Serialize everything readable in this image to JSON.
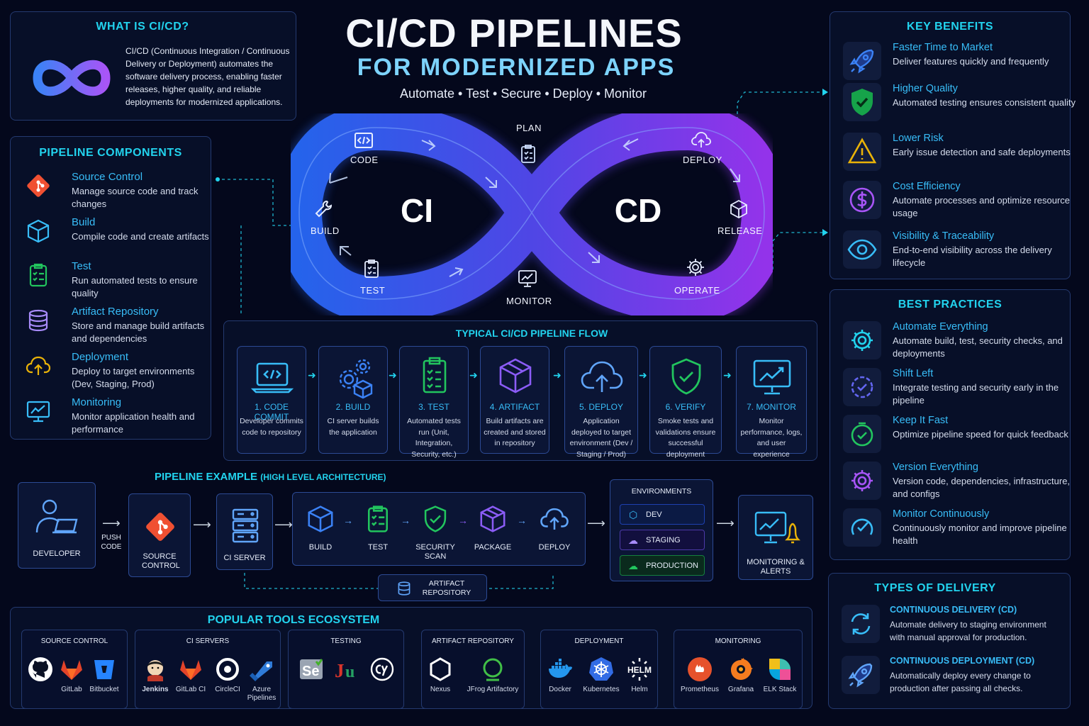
{
  "header": {
    "title": "CI/CD PIPELINES",
    "subtitle": "FOR MODERNIZED APPS",
    "tagline": "Automate • Test • Secure • Deploy • Monitor"
  },
  "what_is": {
    "title": "WHAT IS CI/CD?",
    "text": "CI/CD (Continuous Integration / Continuous Delivery or Deployment) automates the software delivery process, enabling faster releases, higher quality, and reliable deployments for modernized applications."
  },
  "components": {
    "title": "PIPELINE COMPONENTS",
    "items": [
      {
        "title": "Source Control",
        "desc": "Manage source code and track changes",
        "icon": "git-icon"
      },
      {
        "title": "Build",
        "desc": "Compile code and create artifacts",
        "icon": "cube-icon"
      },
      {
        "title": "Test",
        "desc": "Run automated tests to ensure quality",
        "icon": "checklist-icon"
      },
      {
        "title": "Artifact Repository",
        "desc": "Store and manage build artifacts and dependencies",
        "icon": "database-icon"
      },
      {
        "title": "Deployment",
        "desc": "Deploy to target environments (Dev, Staging, Prod)",
        "icon": "cloud-upload-icon"
      },
      {
        "title": "Monitoring",
        "desc": "Monitor application health and performance",
        "icon": "monitor-chart-icon"
      }
    ]
  },
  "loop": {
    "ci": "CI",
    "cd": "CD",
    "plan": "PLAN",
    "code": "CODE",
    "build": "BUILD",
    "test": "TEST",
    "monitor": "MONITOR",
    "deploy": "DEPLOY",
    "release": "RELEASE",
    "operate": "OPERATE"
  },
  "benefits": {
    "title": "KEY BENEFITS",
    "items": [
      {
        "title": "Faster Time to Market",
        "desc": "Deliver features quickly and frequently",
        "icon": "rocket-icon",
        "color": "#3b82f6"
      },
      {
        "title": "Higher Quality",
        "desc": "Automated testing ensures consistent quality",
        "icon": "shield-check-icon",
        "color": "#22c55e"
      },
      {
        "title": "Lower Risk",
        "desc": "Early issue detection and safe deployments",
        "icon": "warning-icon",
        "color": "#eab308"
      },
      {
        "title": "Cost Efficiency",
        "desc": "Automate processes and optimize resource usage",
        "icon": "dollar-icon",
        "color": "#a855f7"
      },
      {
        "title": "Visibility & Traceability",
        "desc": "End-to-end visibility across the delivery lifecycle",
        "icon": "eye-icon",
        "color": "#38bdf8"
      }
    ]
  },
  "practices": {
    "title": "BEST PRACTICES",
    "items": [
      {
        "title": "Automate Everything",
        "desc": "Automate build, test, security checks, and deployments",
        "icon": "gear-icon",
        "color": "#22d3ee"
      },
      {
        "title": "Shift Left",
        "desc": "Integrate testing and security early in the pipeline",
        "icon": "badge-check-icon",
        "color": "#6366f1"
      },
      {
        "title": "Keep It Fast",
        "desc": "Optimize pipeline speed for quick feedback",
        "icon": "timer-icon",
        "color": "#22c55e"
      },
      {
        "title": "Version Everything",
        "desc": "Version code, dependencies, infrastructure, and configs",
        "icon": "gear-icon",
        "color": "#a855f7"
      },
      {
        "title": "Monitor Continuously",
        "desc": "Continuously monitor and improve pipeline health",
        "icon": "gauge-check-icon",
        "color": "#38bdf8"
      }
    ]
  },
  "flow": {
    "title": "TYPICAL CI/CD PIPELINE FLOW",
    "steps": [
      {
        "title": "1. CODE COMMIT",
        "desc": "Developer commits code to repository",
        "icon": "laptop-code-icon",
        "color": "#38bdf8"
      },
      {
        "title": "2. BUILD",
        "desc": "CI server builds the application",
        "icon": "gears-cube-icon",
        "color": "#3b82f6"
      },
      {
        "title": "3. TEST",
        "desc": "Automated tests run (Unit, Integration, Security, etc.)",
        "icon": "checklist-icon",
        "color": "#22c55e"
      },
      {
        "title": "4. ARTIFACT",
        "desc": "Build artifacts are created and stored in repository",
        "icon": "package-icon",
        "color": "#8b5cf6"
      },
      {
        "title": "5. DEPLOY",
        "desc": "Application deployed to target environment (Dev / Staging / Prod)",
        "icon": "cloud-upload-icon",
        "color": "#60a5fa"
      },
      {
        "title": "6. VERIFY",
        "desc": "Smoke tests and validations ensure successful deployment",
        "icon": "shield-check-icon",
        "color": "#22c55e"
      },
      {
        "title": "7. MONITOR",
        "desc": "Monitor performance, logs, and user experience",
        "icon": "monitor-chart-icon",
        "color": "#38bdf8"
      }
    ]
  },
  "example": {
    "title": "PIPELINE EXAMPLE",
    "title_suffix": "(HIGH LEVEL ARCHITECTURE)",
    "developer": "DEVELOPER",
    "push_code": "PUSH CODE",
    "source_control": "SOURCE CONTROL",
    "ci_server": "CI SERVER",
    "stages": [
      {
        "label": "BUILD",
        "icon": "cube-icon",
        "color": "#3b82f6"
      },
      {
        "label": "TEST",
        "icon": "checklist-icon",
        "color": "#22c55e"
      },
      {
        "label": "SECURITY SCAN",
        "icon": "shield-check-icon",
        "color": "#22c55e"
      },
      {
        "label": "PACKAGE",
        "icon": "package-icon",
        "color": "#8b5cf6"
      },
      {
        "label": "DEPLOY",
        "icon": "cloud-upload-icon",
        "color": "#60a5fa"
      }
    ],
    "artifact_repo": "ARTIFACT REPOSITORY",
    "environments_title": "ENVIRONMENTS",
    "environments": [
      {
        "label": "DEV",
        "color": "#38bdf8"
      },
      {
        "label": "STAGING",
        "color": "#a78bfa"
      },
      {
        "label": "PRODUCTION",
        "color": "#22c55e"
      }
    ],
    "monitoring": "MONITORING & ALERTS"
  },
  "tools": {
    "title": "POPULAR TOOLS ECOSYSTEM",
    "groups": [
      {
        "title": "SOURCE CONTROL",
        "tools": [
          {
            "name": "",
            "icon": "github-icon"
          },
          {
            "name": "GitLab",
            "icon": "gitlab-icon"
          },
          {
            "name": "Bitbucket",
            "icon": "bitbucket-icon"
          }
        ]
      },
      {
        "title": "CI SERVERS",
        "tools": [
          {
            "name": "Jenkins",
            "icon": "jenkins-icon"
          },
          {
            "name": "GitLab CI",
            "icon": "gitlab-icon"
          },
          {
            "name": "CircleCI",
            "icon": "circleci-icon"
          },
          {
            "name": "Azure Pipelines",
            "icon": "azure-pipelines-icon"
          }
        ]
      },
      {
        "title": "TESTING",
        "tools": [
          {
            "name": "",
            "icon": "selenium-icon"
          },
          {
            "name": "",
            "icon": "junit-icon"
          },
          {
            "name": "",
            "icon": "cypress-icon"
          }
        ]
      },
      {
        "title": "ARTIFACT REPOSITORY",
        "tools": [
          {
            "name": "Nexus",
            "icon": "nexus-icon"
          },
          {
            "name": "JFrog Artifactory",
            "icon": "jfrog-icon"
          }
        ]
      },
      {
        "title": "DEPLOYMENT",
        "tools": [
          {
            "name": "Docker",
            "icon": "docker-icon"
          },
          {
            "name": "Kubernetes",
            "icon": "kubernetes-icon"
          },
          {
            "name": "Helm",
            "icon": "helm-icon"
          }
        ]
      },
      {
        "title": "MONITORING",
        "tools": [
          {
            "name": "Prometheus",
            "icon": "prometheus-icon"
          },
          {
            "name": "Grafana",
            "icon": "grafana-icon"
          },
          {
            "name": "ELK Stack",
            "icon": "elk-icon"
          }
        ]
      }
    ]
  },
  "delivery": {
    "title": "TYPES OF DELIVERY",
    "items": [
      {
        "title": "CONTINUOUS DELIVERY (CD)",
        "desc": "Automate delivery to staging environment with manual approval for production.",
        "icon": "sync-icon"
      },
      {
        "title": "CONTINUOUS DEPLOYMENT (CD)",
        "desc": "Automatically deploy every change to production after passing all checks.",
        "icon": "rocket-icon"
      }
    ]
  }
}
